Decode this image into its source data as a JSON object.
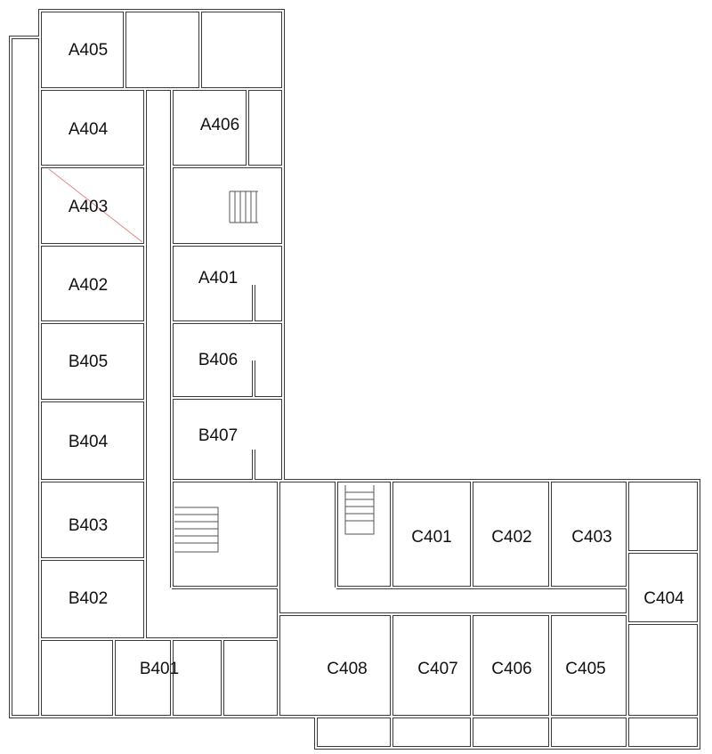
{
  "title": "Floor 4 plan",
  "rooms": {
    "A405": "A405",
    "A404": "A404",
    "A406": "A406",
    "A403": "A403",
    "A402": "A402",
    "A401": "A401",
    "B405": "B405",
    "B406": "B406",
    "B404": "B404",
    "B407": "B407",
    "B403": "B403",
    "B402": "B402",
    "B401": "B401",
    "C401": "C401",
    "C402": "C402",
    "C403": "C403",
    "C404": "C404",
    "C408": "C408",
    "C407": "C407",
    "C406": "C406",
    "C405": "C405"
  },
  "colors": {
    "wall": "#3a3a3a",
    "background": "#ffffff"
  }
}
